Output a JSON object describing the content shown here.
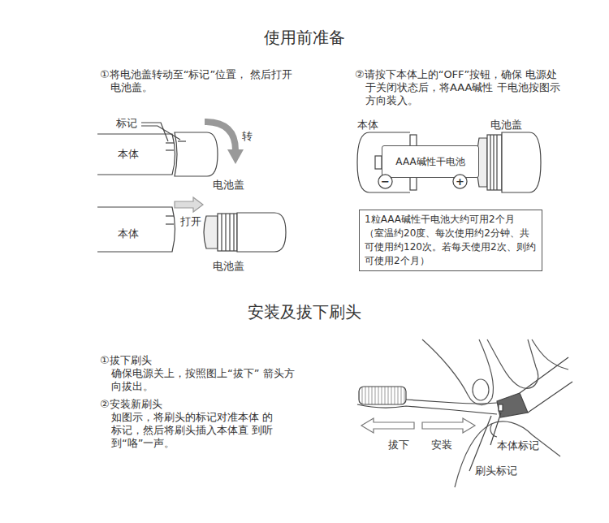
{
  "diagram": {
    "title": "使用前准备",
    "nodes": [
      {
        "text": [
          "AAA碱性干电池"
        ]
      },
      {
        "text": [
          "−"
        ]
      },
      {
        "text": [
          "+"
        ]
      },
      {
        "text": [
          "1粒AAA碱性干电池大约可用2个月 （室温约20度、每次使用约2分钟、共可使用约120次。若每天使用2次、则约可使用2个月）"
        ]
      }
    ],
    "labels": [
      "①将电池盖转动至“标记”位置， 然后打开电池盖。",
      "标记",
      "转",
      "本体",
      "电池盖",
      "本体",
      "打开",
      "电池盖",
      "②请按下本体上的“OFF”按钮，确保 电源处于关闭状态后，将AAA碱性 干电池按图示方向装入。",
      "本体",
      "电池盖",
      "安装及拔下刷头",
      "①拔下刷头",
      "确保电源关上，按照图上“拔下” 箭头方向拔出。",
      "②安装新刷头",
      "如图示，将刷头的标记对准本体 的标记，然后将刷头插入本体直 到听到“咯”一声。",
      "拔下",
      "安装",
      "本体标记",
      "刷头标记"
    ]
  }
}
